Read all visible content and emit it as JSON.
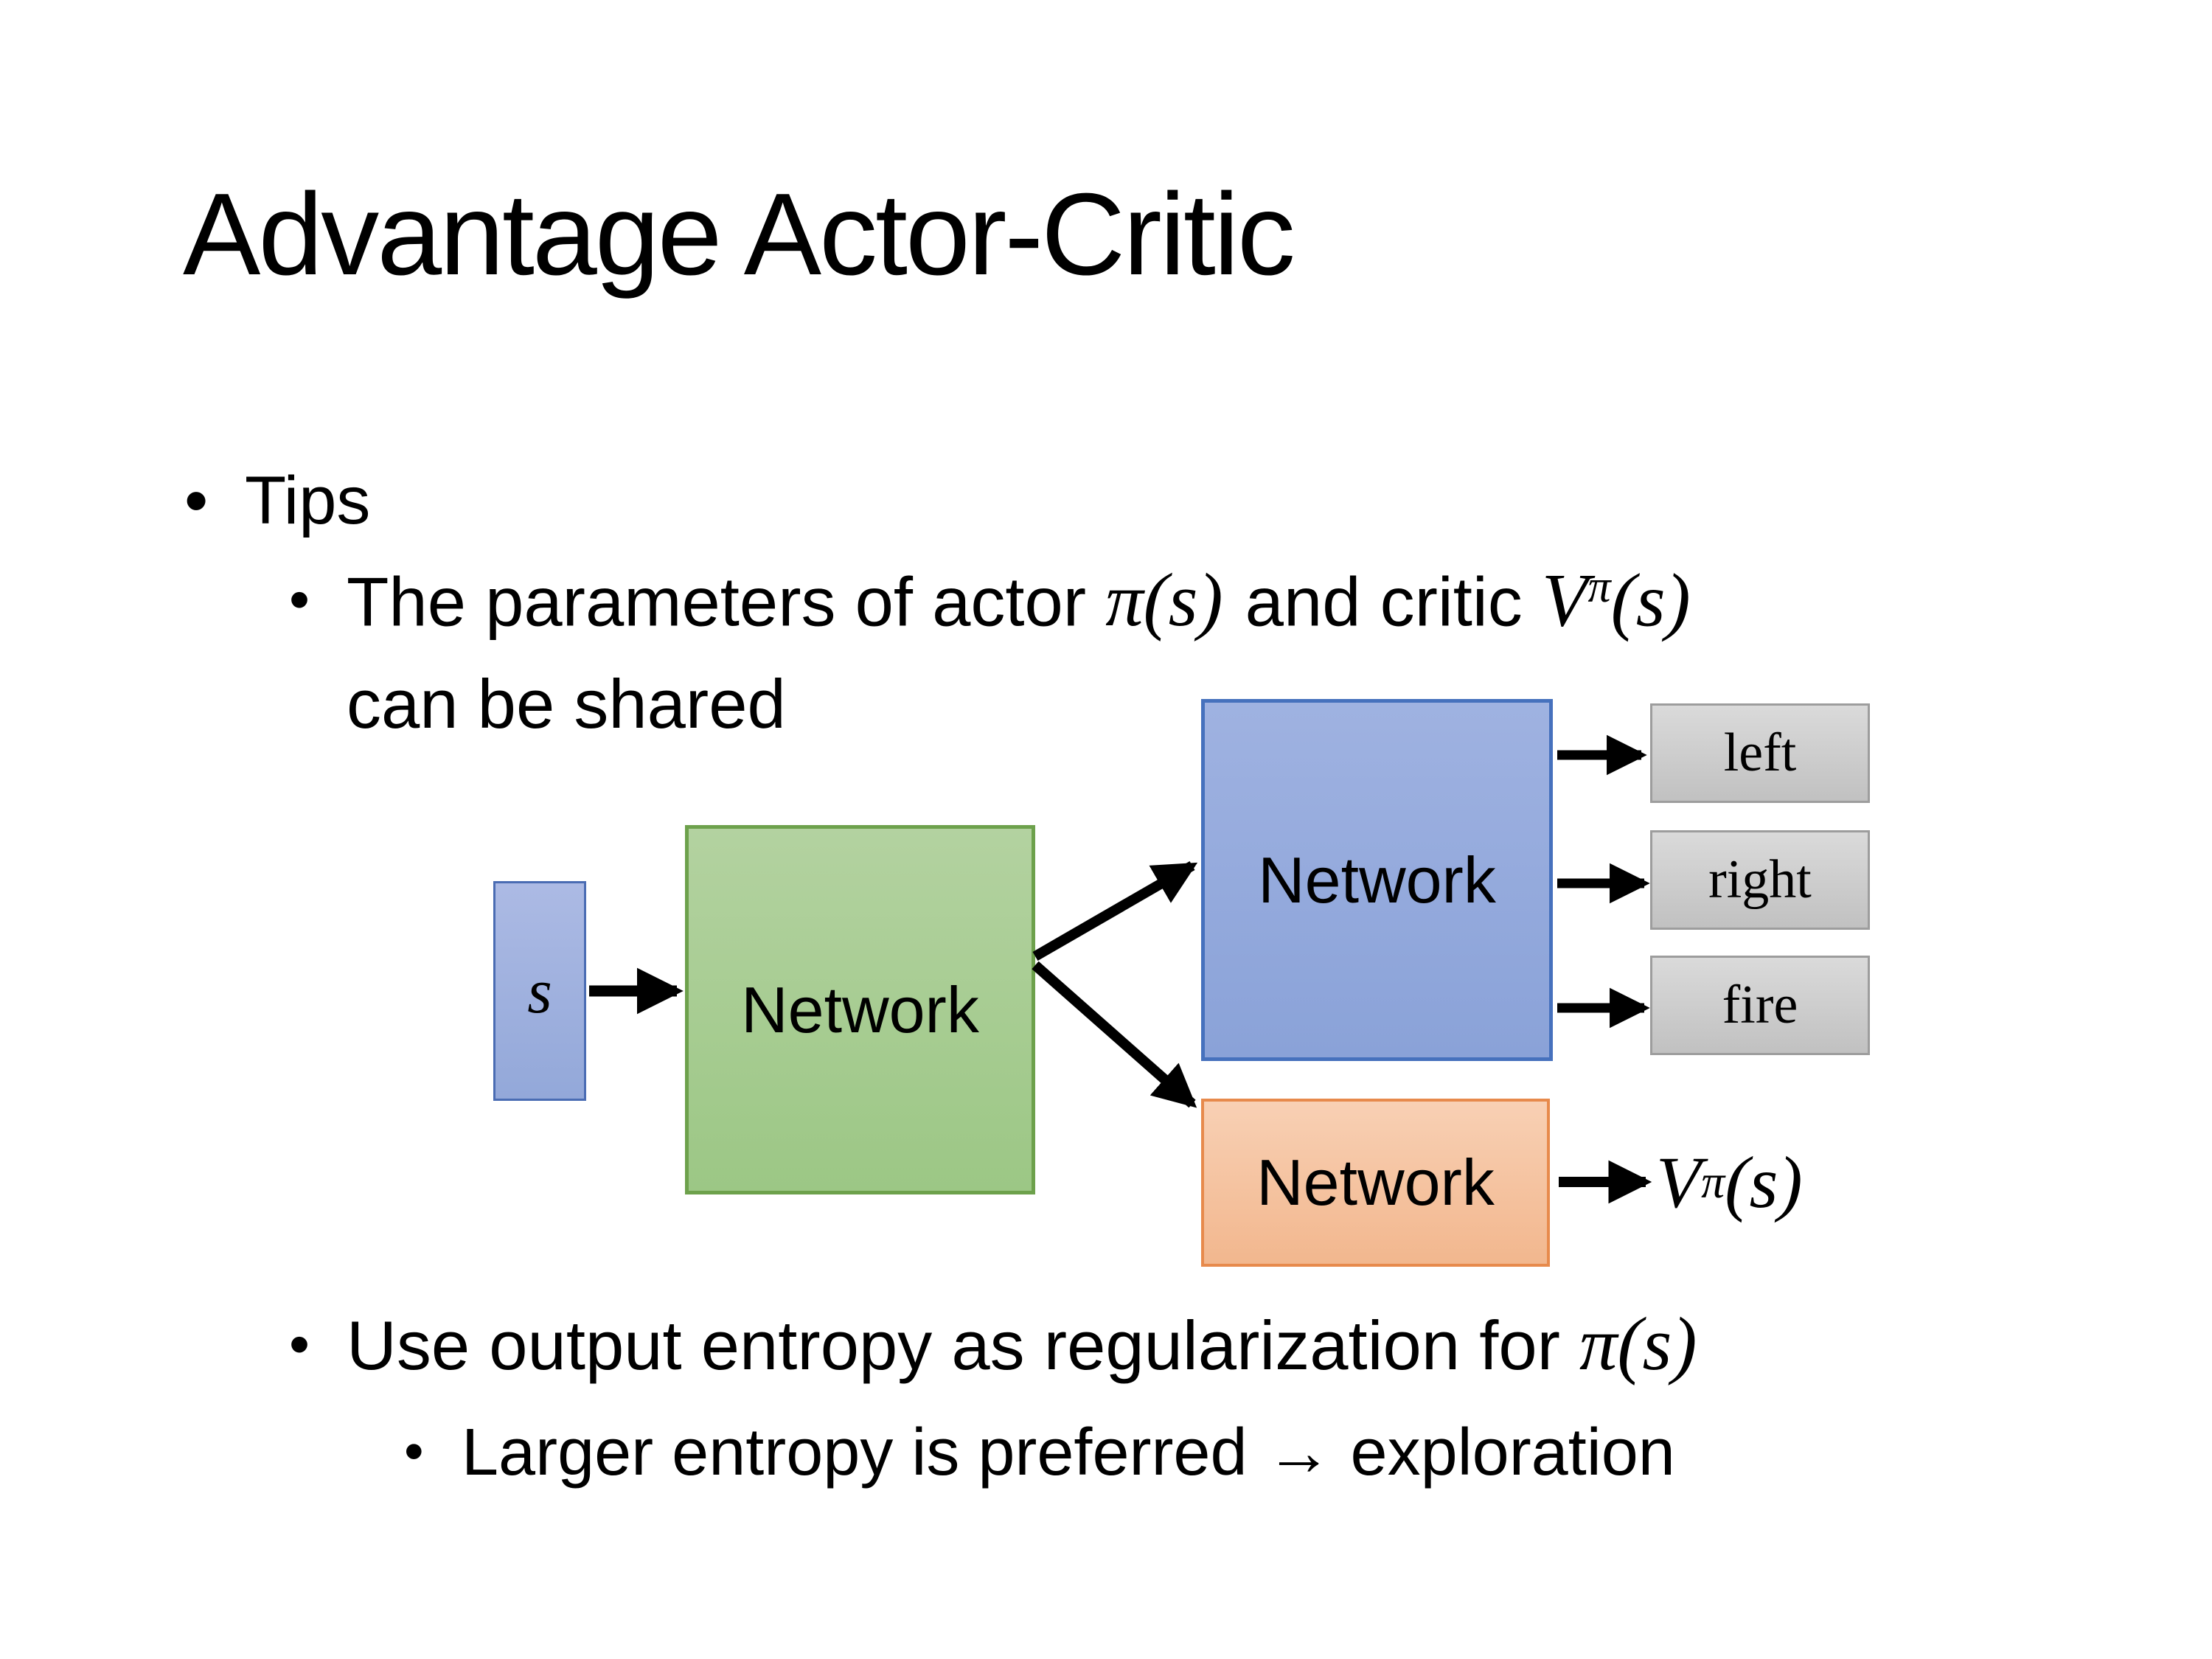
{
  "slide": {
    "title": "Advantage Actor-Critic",
    "bullets": {
      "tips": "Tips",
      "dot": "•",
      "param": {
        "pre": "The parameters of actor ",
        "actor_term": "π(s)",
        "mid": "and critic ",
        "critic_base": "V",
        "critic_sup": "π",
        "critic_args": "(s)",
        "line2": "can be shared"
      },
      "entropy": {
        "pre": "Use output entropy as regularization for ",
        "actor_term": "π(s)"
      },
      "larger": "Larger entropy is preferred → exploration"
    }
  },
  "diagram": {
    "state_label": "s",
    "shared_network_label": "Network",
    "actor_network_label": "Network",
    "critic_network_label": "Network",
    "actions": [
      "left",
      "right",
      "fire"
    ],
    "value_output": {
      "base": "V",
      "sup": "π",
      "args": "(s)"
    },
    "icons": {
      "arrows": "right-arrow-icon"
    },
    "colors": {
      "state_fill": "#9fb0de",
      "state_border": "#4a6cb3",
      "shared_fill": "#a8cd92",
      "shared_border": "#6da14c",
      "actor_fill": "#94aadc",
      "actor_border": "#4671bd",
      "critic_fill": "#f5c3a1",
      "critic_border": "#e78a4c",
      "action_fill": "#cecece",
      "action_border": "#9d9d9d",
      "arrow": "#000000",
      "text": "#000000",
      "background": "#ffffff"
    }
  }
}
